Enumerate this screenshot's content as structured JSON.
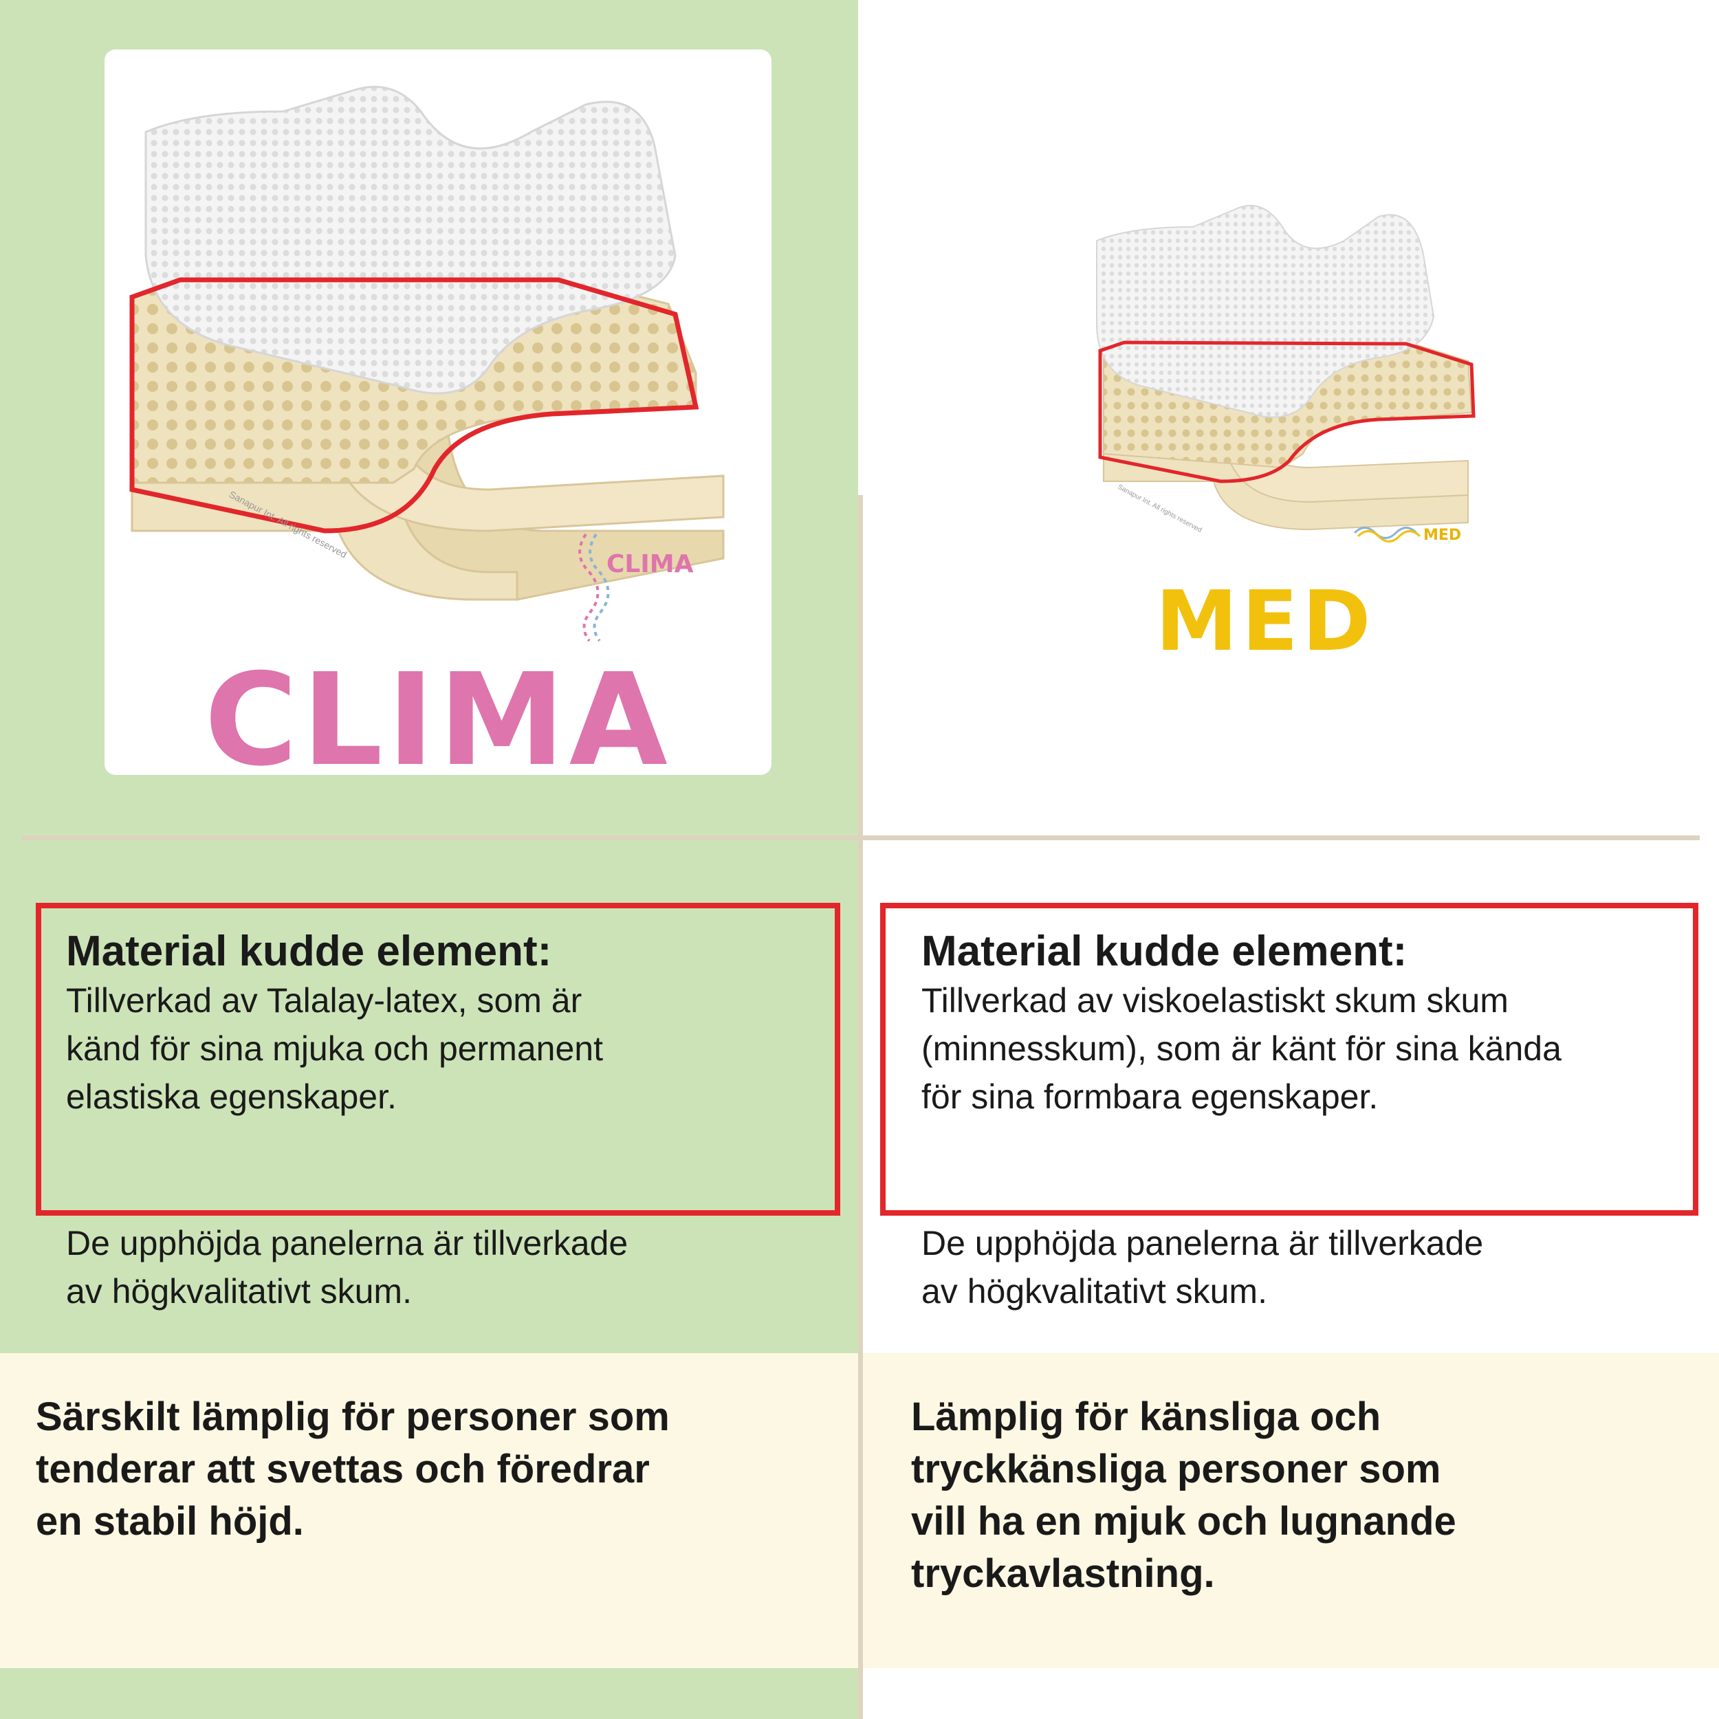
{
  "products": [
    {
      "id": "clima",
      "brand_title": "CLIMA",
      "image_logo_text": "CLIMA",
      "image_watermark": "Sanapur Int. All rights reserved",
      "material_heading": "Material kudde element:",
      "material_lines": [
        "Tillverkad av Talalay-latex, som är",
        "känd för sina mjuka och permanent",
        "elastiska egenskaper."
      ],
      "panel_lines": [
        "De upphöjda panelerna är tillverkade",
        "av högkvalitativt skum."
      ],
      "suitability_lines": [
        "Särskilt lämplig för personer som",
        "tenderar att svettas och föredrar",
        "en stabil höjd."
      ]
    },
    {
      "id": "med",
      "brand_title": "MED",
      "image_logo_text": "MED",
      "image_watermark": "Sanapur Int. All rights reserved",
      "material_heading": "Material kudde element:",
      "material_lines": [
        "Tillverkad av viskoelastiskt skum skum",
        "(minnesskum), som är känt för sina kända",
        "för sina formbara egenskaper."
      ],
      "panel_lines": [
        "De upphöjda panelerna är tillverkade",
        "av högkvalitativt skum."
      ],
      "suitability_lines": [
        "Lämplig för känsliga och",
        "tryckkänsliga personer som",
        "vill ha en mjuk och lugnande",
        "tryckavlastning."
      ]
    }
  ],
  "colors": {
    "left_column_bg": "#cce3b8",
    "right_column_bg": "#ffffff",
    "bottom_band_bg": "#fdf8e3",
    "divider": "#ddd3bf",
    "highlight_border": "#e2262b",
    "clima_brand": "#de75ac",
    "med_brand": "#f2c10e",
    "foam": "#efe2bf",
    "pillow_cover": "#f4f4f4",
    "text": "#1a1a1a"
  }
}
